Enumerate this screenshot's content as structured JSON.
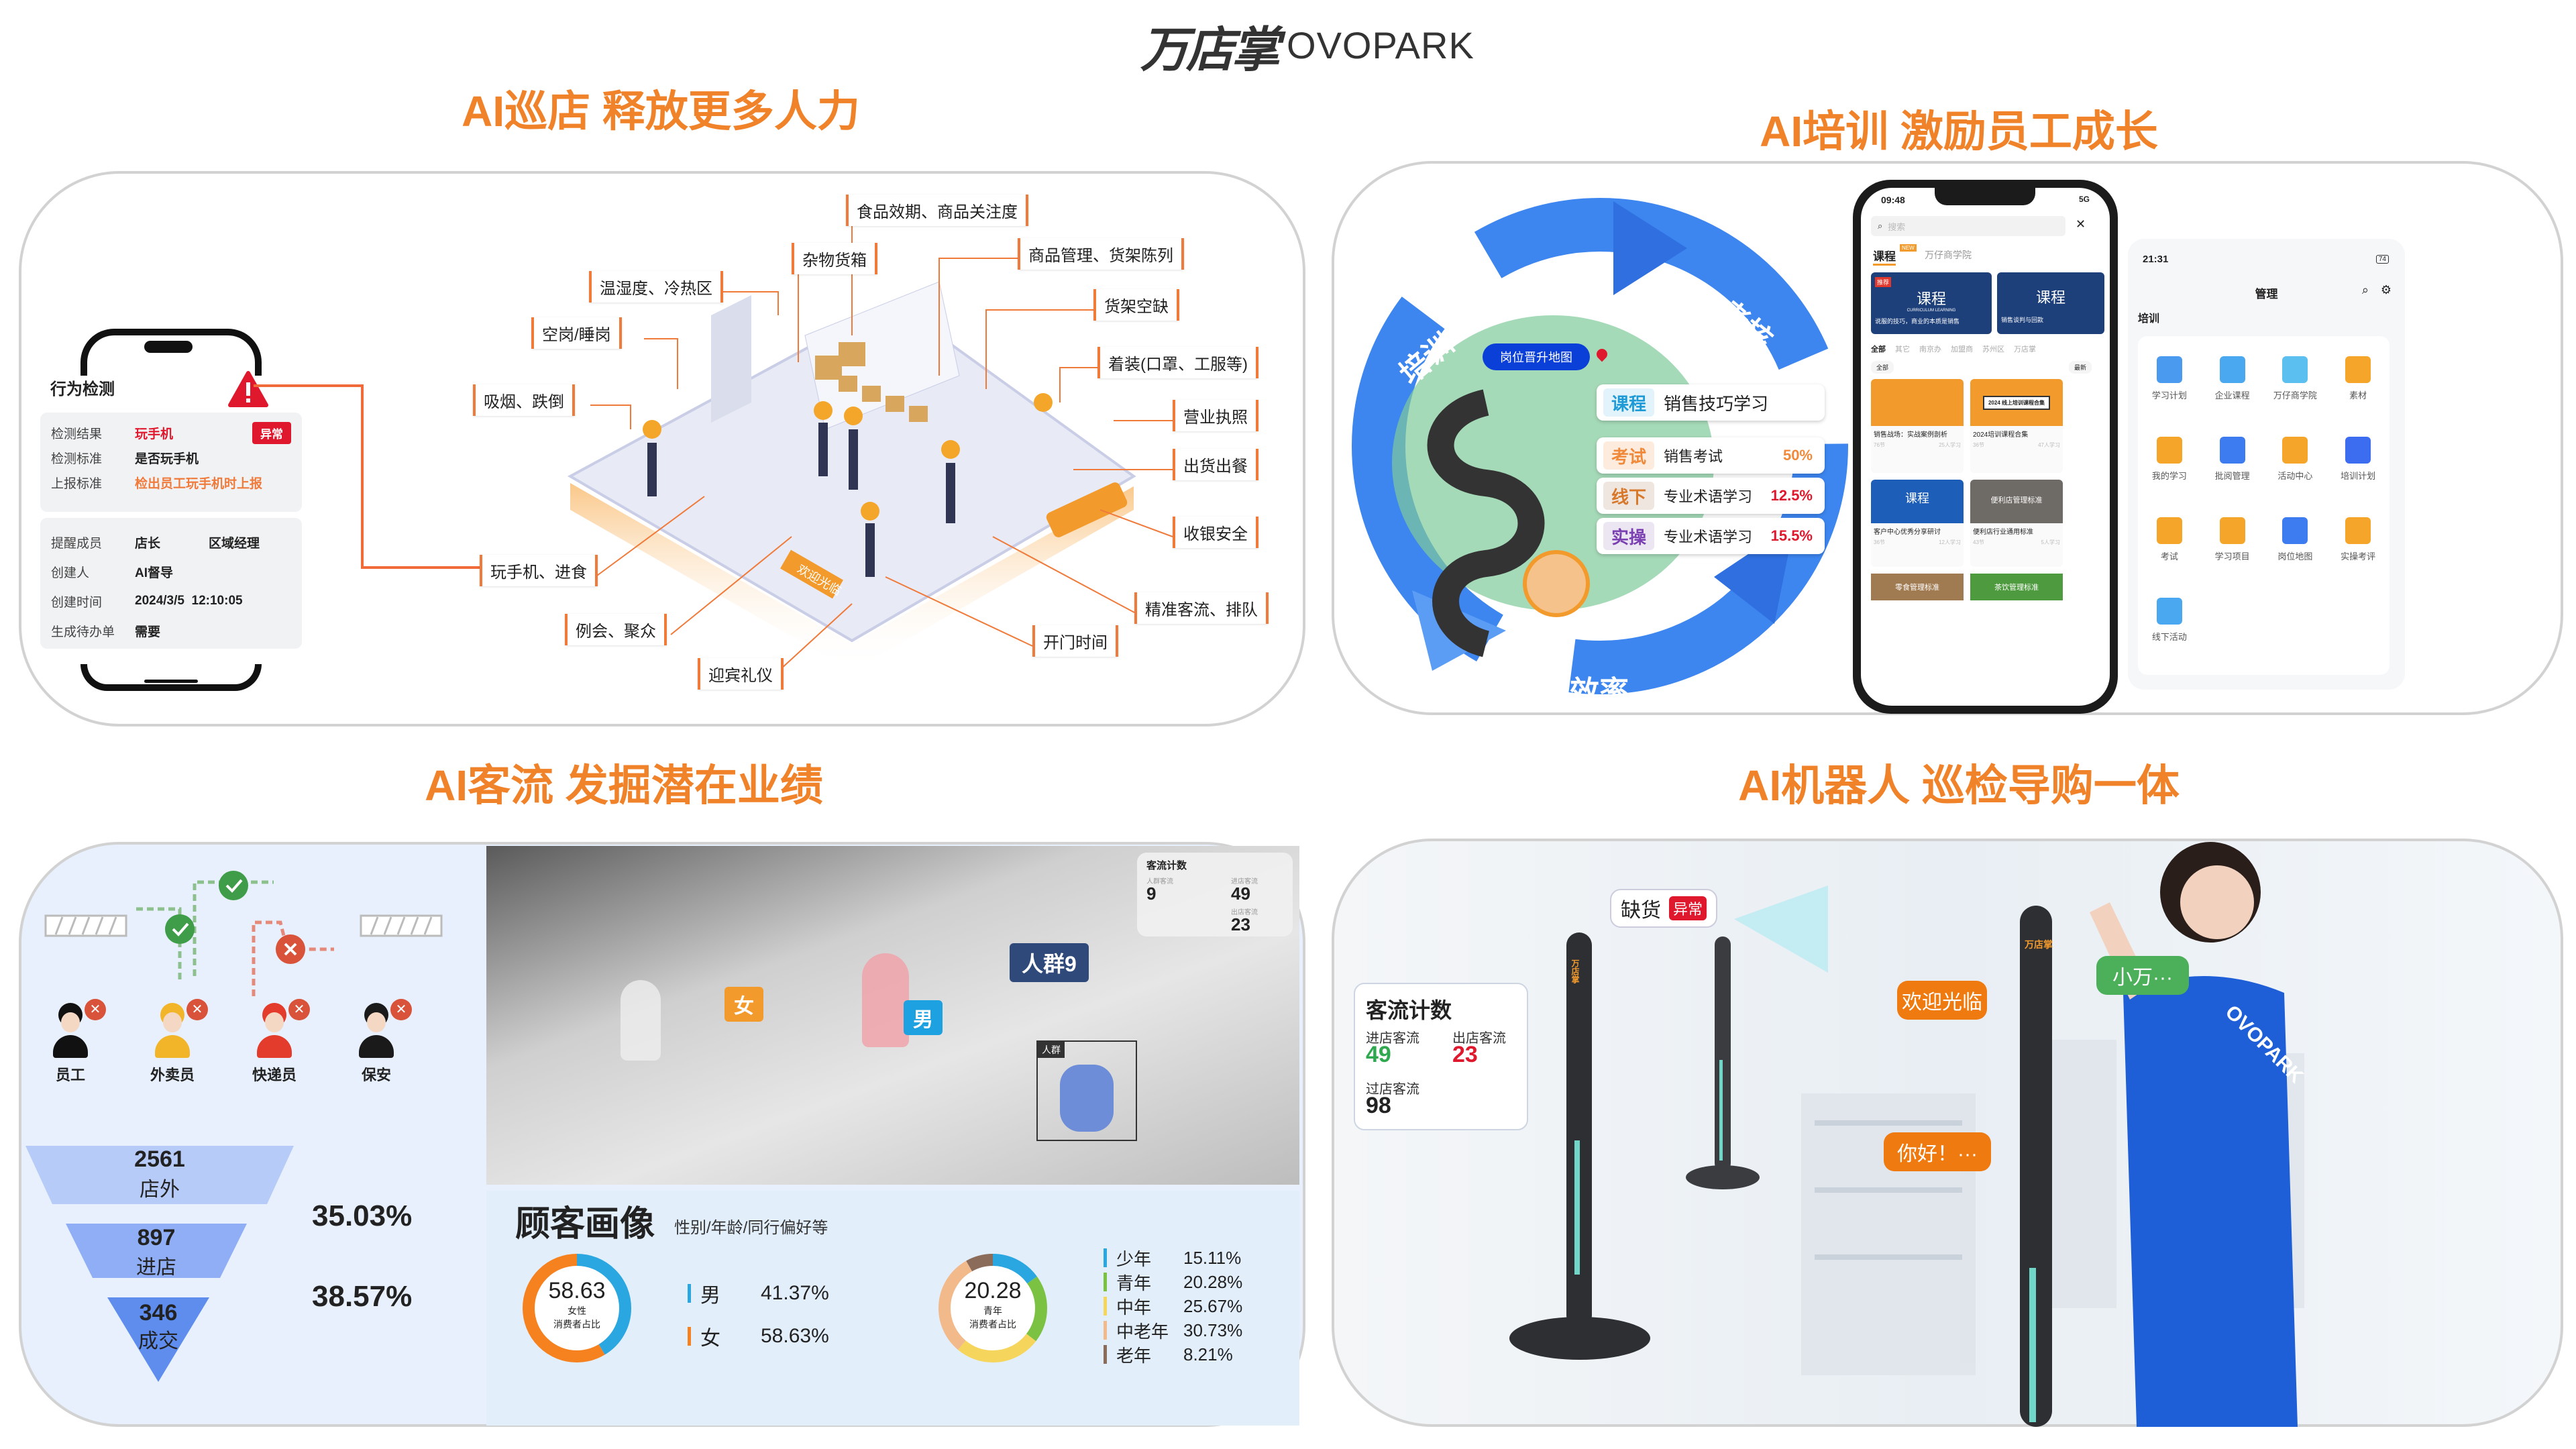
{
  "brand": {
    "logo_cn": "万店掌",
    "logo_en": "OVOPARK"
  },
  "colors": {
    "accent": "#F0822A",
    "alert": "#E0182D",
    "blue": "#3B82F6",
    "green": "#3CB043"
  },
  "patrol": {
    "title": "AI巡店 释放更多人力",
    "phone": {
      "heading": "行为检测",
      "badge": "异常",
      "rows": [
        {
          "k": "检测结果",
          "v": "玩手机"
        },
        {
          "k": "检测标准",
          "v": "是否玩手机"
        },
        {
          "k": "上报标准",
          "v": "检出员工玩手机时上报"
        }
      ],
      "rows2": [
        {
          "k": "提醒成员",
          "v": "店长",
          "v2": "区域经理"
        },
        {
          "k": "创建人",
          "v": "AI督导"
        },
        {
          "k": "创建时间",
          "v": "2024/3/5  12:10:05"
        },
        {
          "k": "生成待办单",
          "v": "需要"
        }
      ]
    },
    "labels": [
      "食品效期、商品关注度",
      "杂物货箱",
      "商品管理、货架陈列",
      "温湿度、冷热区",
      "货架空缺",
      "空岗/睡岗",
      "着装(口罩、工服等)",
      "吸烟、跌倒",
      "营业执照",
      "出货出餐",
      "收银安全",
      "玩手机、进食",
      "精准客流、排队",
      "例会、聚众",
      "开门时间",
      "迎宾礼仪"
    ],
    "mat_text": "欢迎光临"
  },
  "training": {
    "title": "AI培训 激励员工成长",
    "cycle": {
      "a": "培训",
      "b": "考核",
      "c": "效率"
    },
    "map_button": "岗位晋升地图",
    "courses": [
      {
        "tag": "课程",
        "name": "销售技巧学习",
        "pct": ""
      },
      {
        "tag": "考试",
        "name": "销售考试",
        "pct": "50%"
      },
      {
        "tag": "线下",
        "name": "专业术语学习",
        "pct": "12.5%"
      },
      {
        "tag": "实操",
        "name": "专业术语学习",
        "pct": "15.5%"
      }
    ],
    "phone1": {
      "time": "09:48",
      "signal": "5G",
      "search_placeholder": "搜索",
      "tabs": [
        "课程",
        "万仔商学院"
      ],
      "new_badge": "NEW",
      "banners": [
        "说服的技巧，商业的本质是销售",
        "销售谈判与回款"
      ],
      "banner_word": "课程",
      "banner_sub": "CURRICULUM LEARNING",
      "recommend": "推荐",
      "filters": [
        "全部",
        "其它",
        "南京办",
        "加盟商",
        "苏州区",
        "万店掌"
      ],
      "filter_all": "全部",
      "sort": "最新",
      "cards": [
        {
          "title": "销售战场：实战案例剖析",
          "meta1": "76节",
          "meta2": "25人学习"
        },
        {
          "title": "2024培训课程合集",
          "meta1": "36节",
          "meta2": "47人学习",
          "cover": "2024 线上培训课程合集"
        },
        {
          "title": "客户中心优秀分享研讨",
          "meta1": "36节",
          "meta2": "12人学习"
        },
        {
          "title": "便利店行业通用标准",
          "meta1": "43节",
          "meta2": "5人学习",
          "cover": "便利店管理标准"
        }
      ],
      "bottom": [
        "零食管理标准",
        "茶饮管理标准"
      ]
    },
    "phone2": {
      "time": "21:31",
      "battery": "74",
      "heading": "管理",
      "section": "培训",
      "items": [
        "学习计划",
        "企业课程",
        "万仔商学院",
        "素材",
        "我的学习",
        "批阅管理",
        "活动中心",
        "培训计划",
        "考试",
        "学习项目",
        "岗位地图",
        "实操考评",
        "线下活动"
      ]
    }
  },
  "traffic": {
    "title": "AI客流 发掘潜在业绩",
    "excluded": [
      "员工",
      "外卖员",
      "快递员",
      "保安"
    ],
    "funnel": [
      {
        "value": "2561",
        "label": "店外"
      },
      {
        "value": "897",
        "label": "进店"
      },
      {
        "value": "346",
        "label": "成交"
      }
    ],
    "rates": [
      "35.03%",
      "38.57%"
    ],
    "video": {
      "tags": {
        "female": "女",
        "male": "男",
        "crowd": "人群9",
        "crowd_small": "人群"
      },
      "counter": {
        "title": "客流计数",
        "k1": "人群客流",
        "v1": "9",
        "k2": "进店客流",
        "v2": "49",
        "k3": "出店客流",
        "v3": "23"
      }
    },
    "profile": {
      "title": "顾客画像",
      "subtitle": "性别/年龄/同行偏好等",
      "gender": {
        "center_value": "58.63",
        "center_label1": "女性",
        "center_label2": "消费者占比",
        "items": [
          {
            "name": "男",
            "value": 41.37,
            "text": "41.37%",
            "color": "#2AA6E0"
          },
          {
            "name": "女",
            "value": 58.63,
            "text": "58.63%",
            "color": "#F5821F"
          }
        ]
      },
      "age": {
        "center_value": "20.28",
        "center_label1": "青年",
        "center_label2": "消费者占比",
        "items": [
          {
            "name": "少年",
            "value": 15.11,
            "text": "15.11%",
            "color": "#2AA6E0"
          },
          {
            "name": "青年",
            "value": 20.28,
            "text": "20.28%",
            "color": "#7CC242"
          },
          {
            "name": "中年",
            "value": 25.67,
            "text": "25.67%",
            "color": "#F6D55C"
          },
          {
            "name": "中老年",
            "value": 30.73,
            "text": "30.73%",
            "color": "#F2B98A"
          },
          {
            "name": "老年",
            "value": 8.21,
            "text": "8.21%",
            "color": "#8B6B5A"
          }
        ]
      }
    }
  },
  "robot": {
    "title": "AI机器人 巡检导购一体",
    "stock": {
      "text": "缺货",
      "badge": "异常"
    },
    "counter": {
      "title": "客流计数",
      "k1": "进店客流",
      "v1": "49",
      "k2": "出店客流",
      "v2": "23",
      "k3": "过店客流",
      "v3": "98"
    },
    "bubbles": {
      "welcome": "欢迎光临",
      "hello": "你好！···",
      "name": "小万···"
    },
    "pole_logo": "万店掌",
    "shirt": "OVOPARK"
  }
}
